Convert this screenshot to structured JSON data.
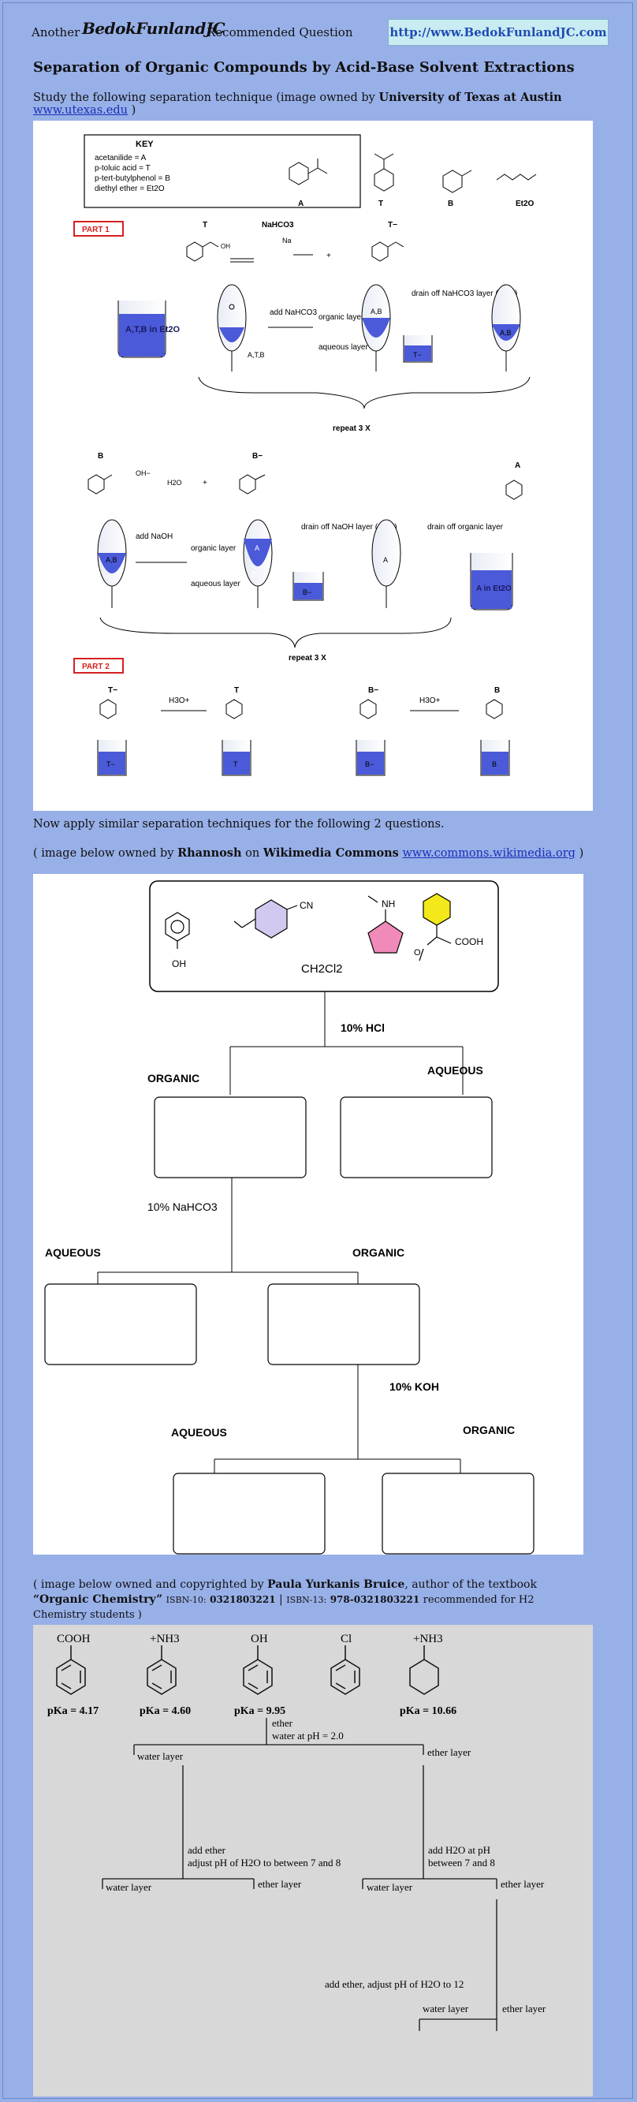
{
  "header": {
    "prefix": "Another",
    "brand": "BedokFunlandJC",
    "suffix": "Recommended Question",
    "site_link": "http://www.BedokFunlandJC.com"
  },
  "title": "Separation of Organic Compounds by Acid-Base Solvent Extractions",
  "intro": {
    "text": "Study the following separation technique (image owned by",
    "owner": "University of Texas at Austin",
    "link": "www.utexas.edu",
    "close": ")"
  },
  "figure1": {
    "key_title": "KEY",
    "key_lines": [
      "acetanilide = A",
      "p-toluic acid = T",
      "p-tert-butylphenol = B",
      "diethyl ether = Et2O"
    ],
    "key_labels": [
      "A",
      "T",
      "B",
      "Et2O"
    ],
    "part1": "PART 1",
    "part2": "PART 2",
    "labels_part1": {
      "t": "T",
      "nahco3": "NaHCO3",
      "na": "Na",
      "tminus": "T−",
      "beaker": "A,T,B in Et2O",
      "funnel_side": "A,T,B",
      "add": "add NaHCO3",
      "organic": "organic layer",
      "aqueous": "aqueous layer",
      "drain": "drain off NaHCO3 layer (save)",
      "funnel2": "A,B",
      "funnel3": "A,B",
      "beaker_t": "T−",
      "repeat": "repeat 3 X"
    },
    "labels_part1b": {
      "b": "B",
      "oh": "OH−",
      "h2o": "H2O",
      "plus": "+",
      "bminus": "B−",
      "a": "A",
      "add": "add NaOH",
      "organic": "organic layer",
      "aqueous": "aqueous layer",
      "drain": "drain off NaOH layer (save)",
      "drain2": "drain off organic layer",
      "funnel1": "A,B",
      "funnel2_top": "A",
      "funnel2_bottom": "B−",
      "beaker_b": "B−",
      "funnel3": "A",
      "beaker_a": "A in Et2O",
      "repeat": "repeat 3 X"
    },
    "labels_part2": {
      "tminus": "T−",
      "h3o": "H3O+",
      "t": "T",
      "bminus": "B−",
      "h3o2": "H3O+",
      "b": "B",
      "beakers": [
        "T−",
        "T",
        "B−",
        "B"
      ]
    }
  },
  "apply": "Now apply similar separation techniques for the following 2 questions.",
  "credit2": {
    "open": "( image below owned by",
    "owner": "Rhannosh",
    "on": "on",
    "site": "Wikimedia Commons",
    "link": "www.commons.wikimedia.org",
    "close": ")"
  },
  "figure2": {
    "oh": "OH",
    "cn": "CN",
    "nh": "NH",
    "cooh": "COOH",
    "solvent": "CH2Cl2",
    "step1": "10% HCl",
    "organic1": "ORGANIC",
    "aqueous1": "AQUEOUS",
    "step2": "10% NaHCO3",
    "aqueous2": "AQUEOUS",
    "organic2": "ORGANIC",
    "step3": "10% KOH",
    "aqueous3": "AQUEOUS",
    "organic3": "ORGANIC"
  },
  "credit3": {
    "open": "( image below owned and copyrighted by",
    "author": "Paula Yurkanis Bruice",
    "mid": ", author of the textbook",
    "book": "“Organic Chemistry”",
    "isbn10_label": "ISBN-10:",
    "isbn10": "0321803221",
    "sep": "|",
    "isbn13_label": "ISBN-13:",
    "isbn13": "978-0321803221",
    "tail": "recommended for H2 Chemistry students )"
  },
  "figure3": {
    "compounds": [
      {
        "group": "COOH",
        "pka": "pKa = 4.17"
      },
      {
        "group": "+NH3",
        "pka": "pKa = 4.60"
      },
      {
        "group": "OH",
        "pka": "pKa = 9.95"
      },
      {
        "group": "Cl",
        "pka": ""
      },
      {
        "group": "+NH3",
        "pka": "pKa = 10.66"
      }
    ],
    "step1a": "ether",
    "step1b": "water at pH = 2.0",
    "water1": "water layer",
    "ether1": "ether layer",
    "step2a": "add ether",
    "step2b": "adjust pH of H2O to between 7 and 8",
    "water2": "water layer",
    "ether2": "ether layer",
    "step3a": "add H2O at pH",
    "step3b": "between 7 and 8",
    "water3": "water layer",
    "ether3": "ether layer",
    "step4": "add ether, adjust pH of H2O to 12",
    "water4": "water layer",
    "ether4": "ether layer"
  },
  "colors": {
    "page_bg": "#98b0e8",
    "link_box": "#c9ecf2",
    "blue_liquid": "#4a5ad8",
    "part_label": "#d62020",
    "fig3_bg": "#d8d8d8"
  }
}
